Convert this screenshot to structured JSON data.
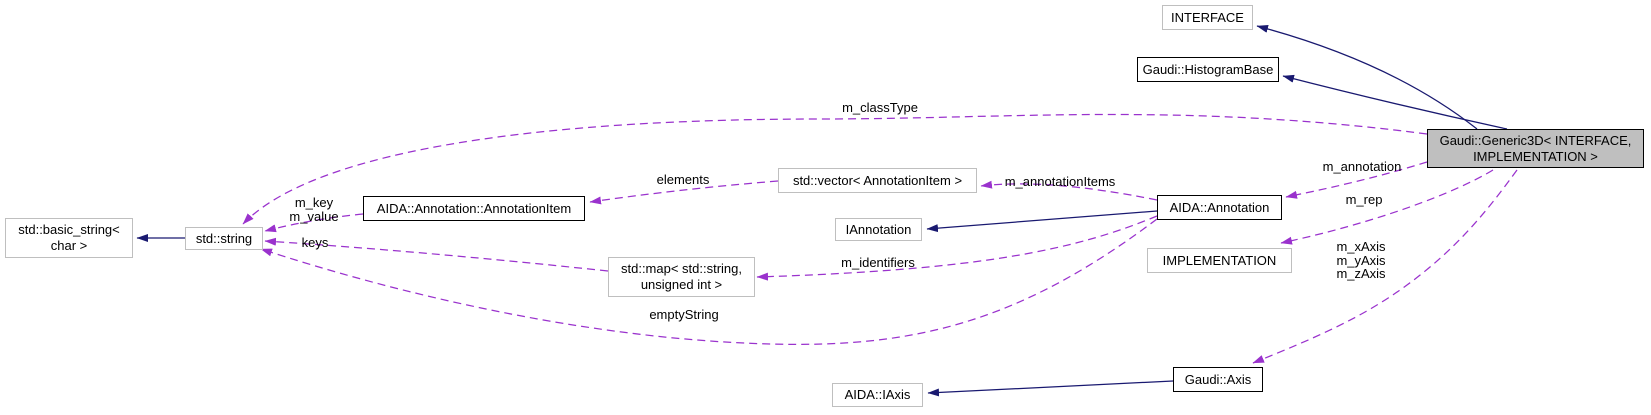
{
  "diagram": {
    "type": "collaboration-graph",
    "colors": {
      "inheritance_edge": "#191970",
      "usage_edge": "#9a32cd",
      "current_node_fill": "#bfbfbf",
      "node_fill": "#ffffff",
      "documented_border": "#000000",
      "external_border": "#bfbfbf"
    },
    "nodes": {
      "interface": {
        "label": "INTERFACE"
      },
      "histogram_base": {
        "label": "Gaudi::HistogramBase"
      },
      "generic3d": {
        "label": "Gaudi::Generic3D< INTERFACE,\nIMPLEMENTATION >"
      },
      "basic_string": {
        "label": "std::basic_string<\nchar >"
      },
      "string": {
        "label": "std::string"
      },
      "annotation_item": {
        "label": "AIDA::Annotation::AnnotationItem"
      },
      "vector_annotation_item": {
        "label": "std::vector< AnnotationItem >"
      },
      "iannotation": {
        "label": "IAnnotation"
      },
      "annotation": {
        "label": "AIDA::Annotation"
      },
      "implementation": {
        "label": "IMPLEMENTATION"
      },
      "map_string_uint": {
        "label": "std::map< std::string,\nunsigned int >"
      },
      "iaxis": {
        "label": "AIDA::IAxis"
      },
      "axis": {
        "label": "Gaudi::Axis"
      }
    },
    "edge_labels": {
      "m_class_type": "m_classType",
      "elements": "elements",
      "m_annotation_items": "m_annotationItems",
      "m_annotation": "m_annotation",
      "m_rep": "m_rep",
      "m_axes": "m_xAxis\nm_yAxis\nm_zAxis",
      "m_key_value": "m_key\nm_value",
      "keys": "keys",
      "m_identifiers": "m_identifiers",
      "empty_string": "emptyString"
    }
  }
}
